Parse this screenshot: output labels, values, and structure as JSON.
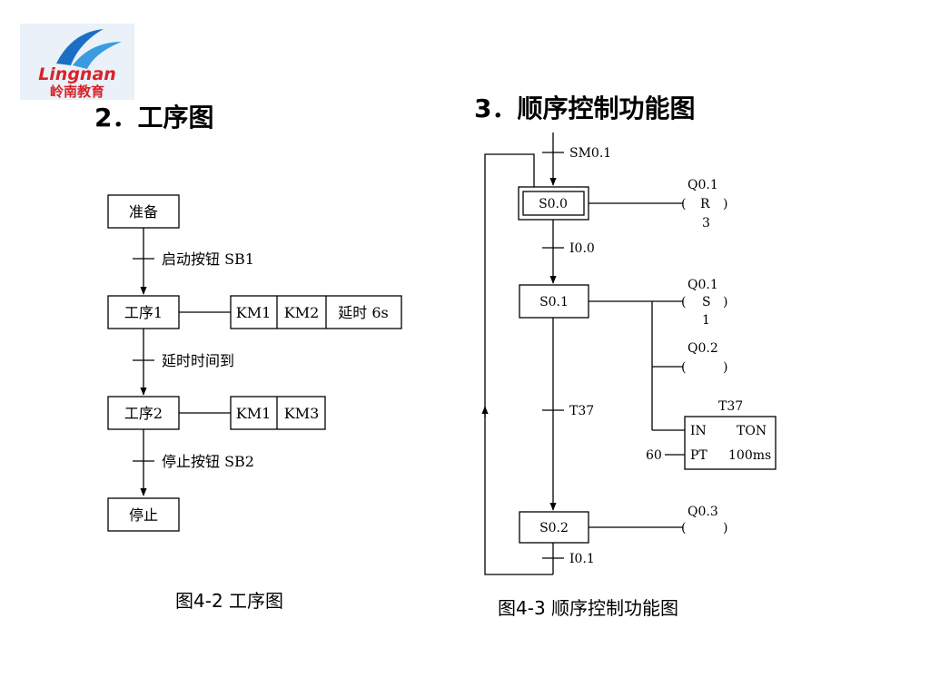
{
  "logo": {
    "name": "Lingnan",
    "chinese": "岭南教育"
  },
  "section2": {
    "heading": "2．工序图",
    "steps": [
      "准备",
      "工序1",
      "工序2",
      "停止"
    ],
    "transitions": [
      "启动按钮 SB1",
      "延时时间到",
      "停止按钮 SB2"
    ],
    "step1_outputs": [
      "KM1",
      "KM2",
      "延时 6s"
    ],
    "step2_outputs": [
      "KM1",
      "KM3"
    ],
    "caption": "图4-2  工序图"
  },
  "section3": {
    "heading": "3．顺序控制功能图",
    "steps": [
      "S0.0",
      "S0.1",
      "S0.2"
    ],
    "transitions": [
      "SM0.1",
      "I0.0",
      "T37",
      "I0.1"
    ],
    "coil_q01_reset": {
      "address": "Q0.1",
      "paren_open": "(",
      "instruction": "R",
      "paren_close": ")",
      "count": "3"
    },
    "coil_q01_set": {
      "address": "Q0.1",
      "paren_open": "(",
      "instruction": "S",
      "paren_close": ")",
      "count": "1"
    },
    "coil_q02": {
      "address": "Q0.2",
      "paren_open": "(",
      "paren_close": ")"
    },
    "coil_q03": {
      "address": "Q0.3",
      "paren_open": "(",
      "paren_close": ")"
    },
    "timer": {
      "name": "T37",
      "in_label": "IN",
      "type": "TON",
      "pt_label": "PT",
      "base": "100ms",
      "preset": "60"
    },
    "caption": "图4-3  顺序控制功能图"
  }
}
